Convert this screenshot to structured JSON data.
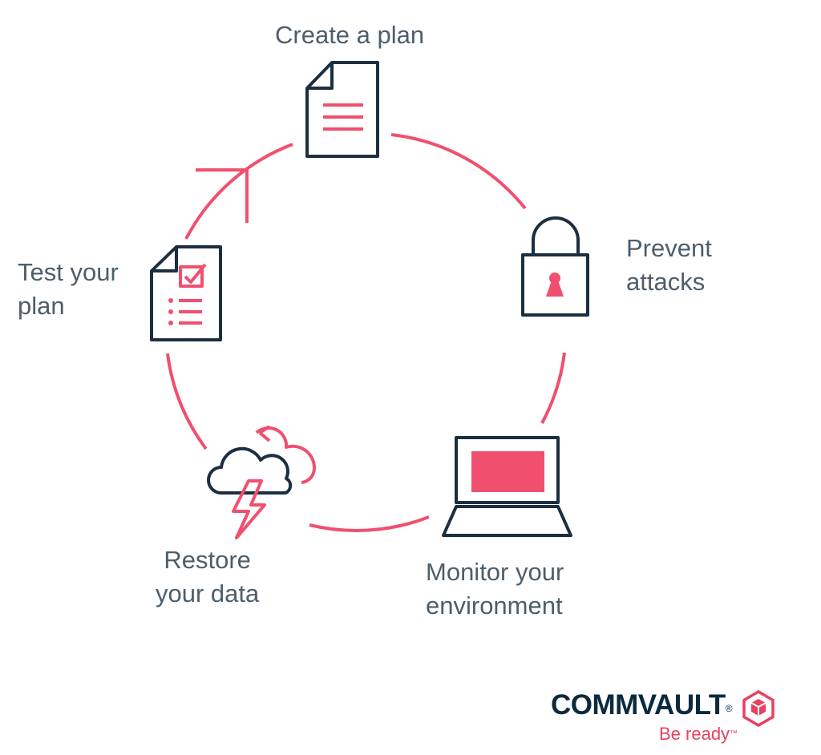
{
  "steps": {
    "create": {
      "line1": "Create a plan"
    },
    "prevent": {
      "line1": "Prevent",
      "line2": "attacks"
    },
    "monitor": {
      "line1": "Monitor your",
      "line2": "environment"
    },
    "restore": {
      "line1": "Restore",
      "line2": "your data"
    },
    "test": {
      "line1": "Test your",
      "line2": "plan"
    }
  },
  "icons": {
    "create": "document-icon",
    "prevent": "padlock-icon",
    "monitor": "laptop-icon",
    "restore": "storm-cloud-icon",
    "test": "checklist-icon"
  },
  "brand": {
    "name": "COMMVAULT",
    "name_mark": "®",
    "tagline": "Be ready",
    "tagline_mark": "™"
  },
  "colors": {
    "accent": "#f0506e",
    "outline": "#1b2f40",
    "text": "#4d5e6c",
    "brand_dark": "#0b2a3f",
    "brand_red": "#e8405f"
  }
}
